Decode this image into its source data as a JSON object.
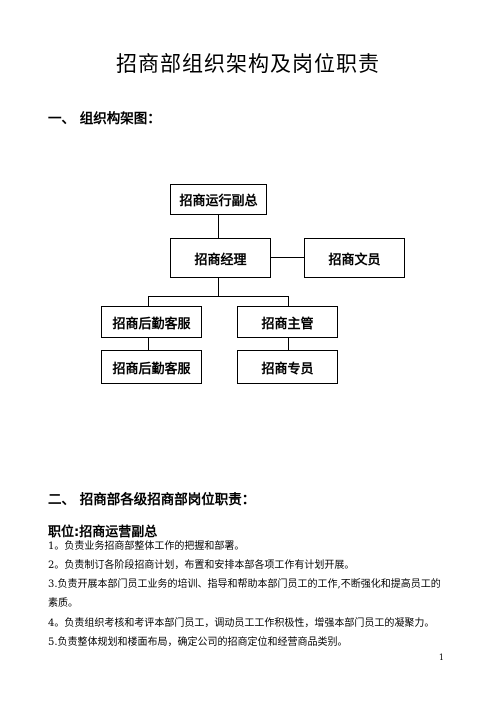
{
  "document": {
    "title": "招商部组织架构及岗位职责",
    "section1": "一、 组织构架图：",
    "section2": "二、 招商部各级招商部岗位职责：",
    "page_number": "1"
  },
  "org_chart": {
    "vp": "招商运行副总",
    "manager": "招商经理",
    "clerk": "招商文员",
    "service1": "招商后勤客服",
    "supervisor": "招商主管",
    "service2": "招商后勤客服",
    "specialist": "招商专员"
  },
  "duties": {
    "position": "职位:招商运营副总",
    "items": [
      "1。负责业务招商部整体工作的把握和部署。",
      "2。负责制订各阶段招商计划，布置和安排本部各项工作有计划开展。",
      "3.负责开展本部门员工业务的培训、指导和帮助本部门员工的工作,不断强化和提高员工的素质。",
      "4。负责组织考核和考评本部门员工，调动员工工作积极性，增强本部门员工的凝聚力。",
      "5.负责整体规划和楼面布局，确定公司的招商定位和经营商品类别。"
    ]
  }
}
